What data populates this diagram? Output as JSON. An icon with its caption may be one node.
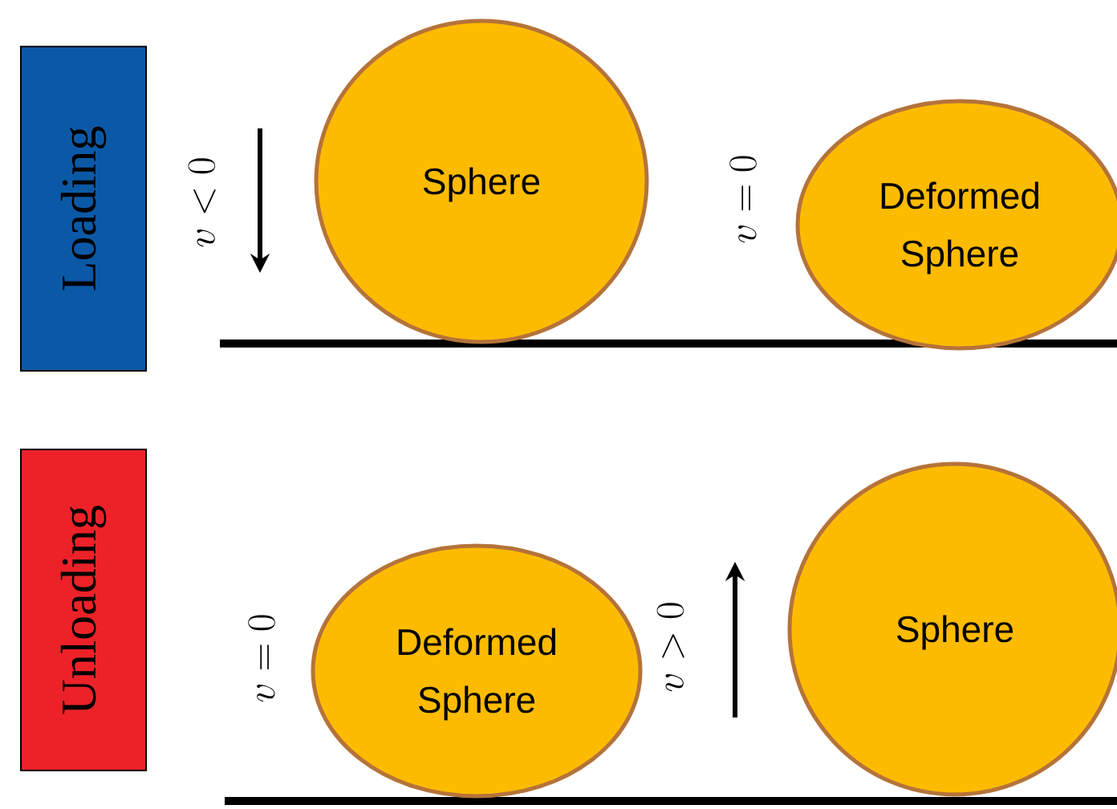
{
  "diagram": {
    "nodes": [
      {
        "text": [
          "Loading"
        ]
      },
      {
        "text": [
          "Sphere"
        ]
      },
      {
        "text": [
          "Deformed Sphere"
        ]
      },
      {
        "text": [
          "Unloading"
        ]
      },
      {
        "text": [
          "Deformed Sphere"
        ]
      },
      {
        "text": [
          "Sphere"
        ]
      }
    ],
    "labels": [
      "v < 0",
      "v = 0",
      "v = 0",
      "v > 0"
    ]
  }
}
